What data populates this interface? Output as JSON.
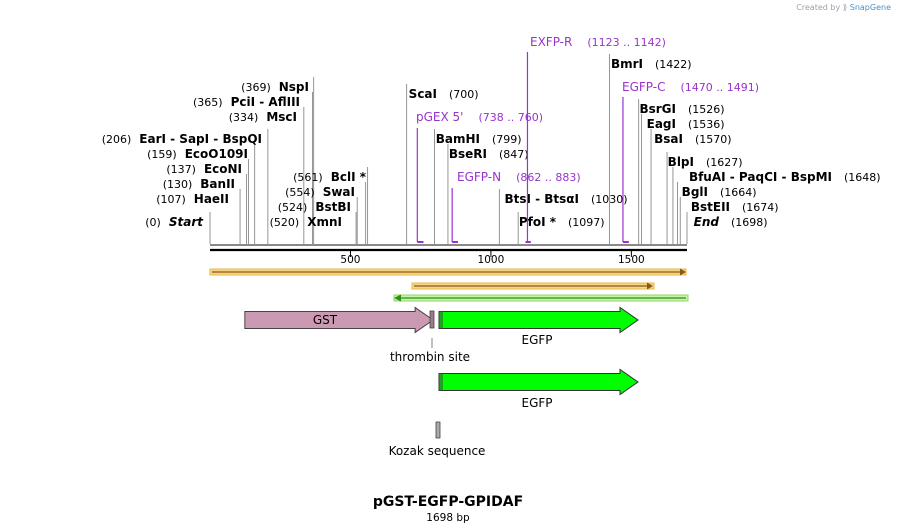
{
  "watermark": {
    "prefix": "Created by",
    "brand": "SnapGene"
  },
  "plasmid": {
    "name": "pGST-EGFP-GPIDAF",
    "length_label": "1698 bp",
    "length": 1698
  },
  "ruler": {
    "ticks": [
      500,
      1000,
      1500
    ]
  },
  "sites": [
    {
      "name": "Start",
      "pos": 0,
      "label": "(0)",
      "italic": true
    },
    {
      "name": "HaeII",
      "pos": 107,
      "label": "(107)"
    },
    {
      "name": "BanII",
      "pos": 130,
      "label": "(130)"
    },
    {
      "name": "EcoNI",
      "pos": 137,
      "label": "(137)"
    },
    {
      "name": "EcoO109I",
      "pos": 159,
      "label": "(159)"
    },
    {
      "name": "EarI - SapI - BspQI",
      "pos": 206,
      "label": "(206)"
    },
    {
      "name": "MscI",
      "pos": 334,
      "label": "(334)"
    },
    {
      "name": "PciI - AflIII",
      "pos": 365,
      "label": "(365)"
    },
    {
      "name": "NspI",
      "pos": 369,
      "label": "(369)"
    },
    {
      "name": "XmnI",
      "pos": 520,
      "label": "(520)"
    },
    {
      "name": "BstBI",
      "pos": 524,
      "label": "(524)"
    },
    {
      "name": "SwaI",
      "pos": 554,
      "label": "(554)"
    },
    {
      "name": "BclI *",
      "pos": 561,
      "label": "(561)"
    },
    {
      "name": "ScaI",
      "pos": 700,
      "label": "(700)"
    },
    {
      "name": "BamHI",
      "pos": 799,
      "label": "(799)"
    },
    {
      "name": "BseRI",
      "pos": 847,
      "label": "(847)"
    },
    {
      "name": "BtsI - BtsαI",
      "pos": 1030,
      "label": "(1030)"
    },
    {
      "name": "PfoI *",
      "pos": 1097,
      "label": "(1097)"
    },
    {
      "name": "BmrI",
      "pos": 1422,
      "label": "(1422)"
    },
    {
      "name": "BsrGI",
      "pos": 1526,
      "label": "(1526)"
    },
    {
      "name": "EagI",
      "pos": 1536,
      "label": "(1536)"
    },
    {
      "name": "BsaI",
      "pos": 1570,
      "label": "(1570)"
    },
    {
      "name": "BlpI",
      "pos": 1627,
      "label": "(1627)"
    },
    {
      "name": "BfuAI - PaqCI - BspMI",
      "pos": 1648,
      "label": "(1648)"
    },
    {
      "name": "BglI",
      "pos": 1664,
      "label": "(1664)"
    },
    {
      "name": "BstEII",
      "pos": 1674,
      "label": "(1674)"
    },
    {
      "name": "End",
      "pos": 1698,
      "label": "(1698)",
      "italic": true
    }
  ],
  "primers": [
    {
      "name": "EXFP-R",
      "range": "(1123 .. 1142)",
      "start": 1123,
      "end": 1142
    },
    {
      "name": "EGFP-C",
      "range": "(1470 .. 1491)",
      "start": 1470,
      "end": 1491
    },
    {
      "name": "pGEX 5'",
      "range": "(738 .. 760)",
      "start": 738,
      "end": 760
    },
    {
      "name": "EGFP-N",
      "range": "(862 .. 883)",
      "start": 862,
      "end": 883
    }
  ],
  "features": [
    {
      "name": "GST",
      "start": 124,
      "end": 780,
      "color": "#cc99b2"
    },
    {
      "name": "thrombin site",
      "start": 782,
      "end": 800,
      "color": "#a07a8c"
    },
    {
      "name": "EGFP",
      "start": 806,
      "end": 1526,
      "color": "#00ff00"
    },
    {
      "name": "Kozak sequence",
      "start": 802,
      "end": 808,
      "color": "#aaaaaa"
    }
  ],
  "colors": {
    "enzyme": "#000000",
    "primer": "#9933cc",
    "orf_orange": "#d08a18",
    "orf_green": "#2f8f14"
  }
}
